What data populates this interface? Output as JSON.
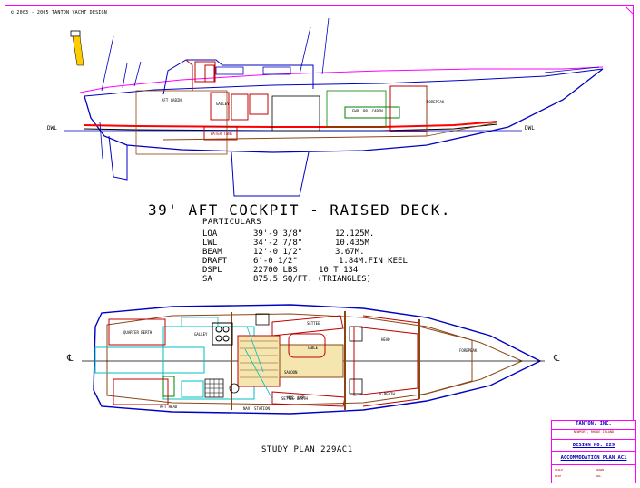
{
  "copyright": "© 2003 - 2005 TANTON YACHT DESIGN",
  "title": "39' AFT COCKPIT - RAISED DECK.",
  "particulars": {
    "heading": "PARTICULARS",
    "rows": [
      {
        "label": "LOA",
        "imperial": "39'-9 3/8\"",
        "metric": "12.125M."
      },
      {
        "label": "LWL",
        "imperial": "34'-2 7/8\"",
        "metric": "10.435M"
      },
      {
        "label": "BEAM",
        "imperial": "12'-0 1/2\"",
        "metric": "3.67M."
      },
      {
        "label": "DRAFT",
        "imperial": "6'-0 1/2\"",
        "metric": "1.84M.FIN KEEL"
      },
      {
        "label": "DSPL",
        "imperial": "22700 LBS.",
        "metric": "10 T 134"
      },
      {
        "label": "SA",
        "imperial": "875.5 SQ/FT. (TRIANGLES)",
        "metric": ""
      }
    ]
  },
  "study_plan": "STUDY PLAN 229AC1",
  "profile_labels": {
    "dwl_left": "DWL",
    "dwl_right": "DWL",
    "aft_cabin": "AFT CABIN",
    "galley": "GALLEY",
    "fwd_cabin": "FWD. BR. CABIN",
    "forepeak": "FOREPEAK",
    "tankage": "WATER TANK"
  },
  "plan_labels": {
    "centerline_left": "℄",
    "centerline_right": "℄",
    "quarter_berth": "QUARTER BERTH",
    "nav_station": "NAV. STATION",
    "settee": "SETTEE",
    "table": "TABLE",
    "saloon": "SALOON",
    "head": "HEAD",
    "vberth": "V-BERTH",
    "forepeak": "FOREPEAK",
    "aft_head": "AFT HEAD",
    "settee_berth": "SETTEE BERTH",
    "hanging_locker": "HNG. LKR.",
    "galley": "GALLEY"
  },
  "title_block": {
    "company": "TANTON, INC.",
    "address": "NEWPORT, RHODE ISLAND",
    "design": "DESIGN NO. 229",
    "sheet": "ACCOMMODATION PLAN AC1",
    "scale_label": "SCALE",
    "date_label": "DATE",
    "drawn_label": "DRAWN",
    "dwg_label": "DWG."
  },
  "colors": {
    "border": "#ff00ff",
    "hull": "#0000c0",
    "interior": "#c00000",
    "structure": "#8b4513",
    "cyan": "#00c0c0",
    "green": "#008000",
    "yellow": "#ffcc00"
  }
}
